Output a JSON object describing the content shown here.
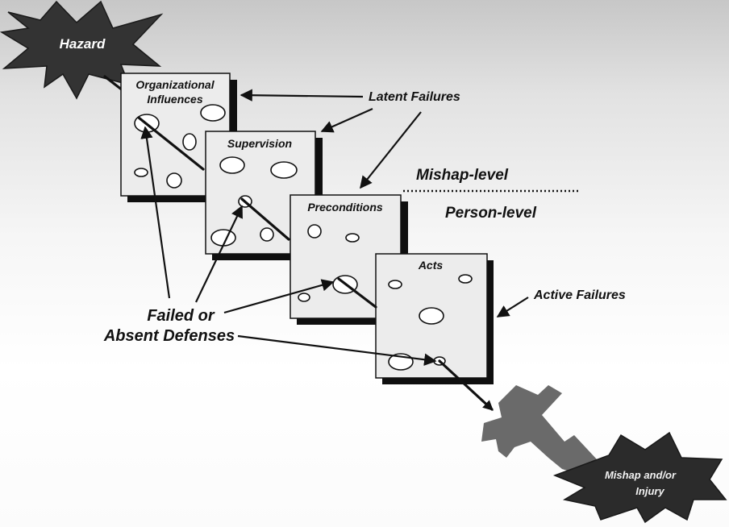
{
  "hazard_label": "Hazard",
  "layers": [
    {
      "line1": "Organizational",
      "line2": "Influences"
    },
    {
      "line1": "Supervision",
      "line2": ""
    },
    {
      "line1": "Preconditions",
      "line2": ""
    },
    {
      "line1": "Acts",
      "line2": ""
    }
  ],
  "latent_failures": "Latent Failures",
  "active_failures": "Active Failures",
  "mishap_level": "Mishap-level",
  "person_level": "Person-level",
  "failed_defenses": {
    "line1": "Failed or",
    "line2": "Absent Defenses"
  },
  "outcome": {
    "line1": "Mishap and/or",
    "line2": "Injury"
  },
  "colors": {
    "hazard_star": "#333333",
    "outcome_star": "#2b2b2b",
    "broken_arrow": "#6a6a6a",
    "card_fill": "#ececec"
  }
}
